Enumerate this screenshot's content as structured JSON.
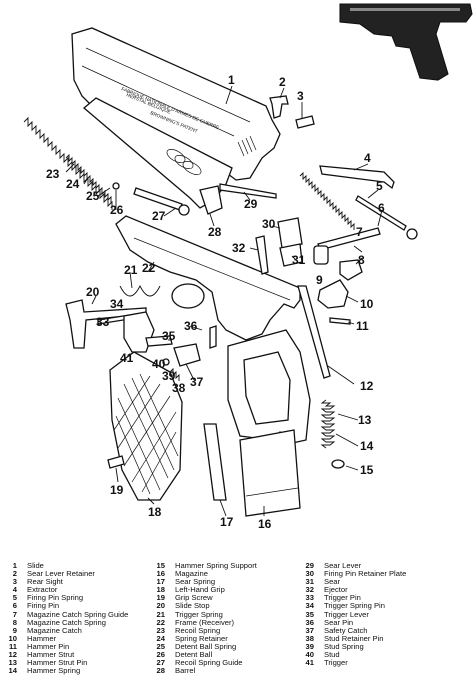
{
  "legend": [
    {
      "n": "1",
      "name": "Slide"
    },
    {
      "n": "2",
      "name": "Sear Lever Retainer"
    },
    {
      "n": "3",
      "name": "Rear Sight"
    },
    {
      "n": "4",
      "name": "Extractor"
    },
    {
      "n": "5",
      "name": "Firing Pin Spring"
    },
    {
      "n": "6",
      "name": "Firing Pin"
    },
    {
      "n": "7",
      "name": "Magazine Catch Spring Guide"
    },
    {
      "n": "8",
      "name": "Magazine Catch Spring"
    },
    {
      "n": "9",
      "name": "Magazine Catch"
    },
    {
      "n": "10",
      "name": "Hammer"
    },
    {
      "n": "11",
      "name": "Hammer Pin"
    },
    {
      "n": "12",
      "name": "Hammer Strut"
    },
    {
      "n": "13",
      "name": "Hammer Strut Pin"
    },
    {
      "n": "14",
      "name": "Hammer Spring"
    },
    {
      "n": "15",
      "name": "Hammer Spring Support"
    },
    {
      "n": "16",
      "name": "Magazine"
    },
    {
      "n": "17",
      "name": "Sear Spring"
    },
    {
      "n": "18",
      "name": "Left-Hand Grip"
    },
    {
      "n": "19",
      "name": "Grip Screw"
    },
    {
      "n": "20",
      "name": "Slide Stop"
    },
    {
      "n": "21",
      "name": "Trigger Spring"
    },
    {
      "n": "22",
      "name": "Frame (Receiver)"
    },
    {
      "n": "23",
      "name": "Recoil Spring"
    },
    {
      "n": "24",
      "name": "Spring Retainer"
    },
    {
      "n": "25",
      "name": "Detent Ball Spring"
    },
    {
      "n": "26",
      "name": "Detent Ball"
    },
    {
      "n": "27",
      "name": "Recoil Spring Guide"
    },
    {
      "n": "28",
      "name": "Barrel"
    },
    {
      "n": "29",
      "name": "Sear Lever"
    },
    {
      "n": "30",
      "name": "Firing Pin Retainer Plate"
    },
    {
      "n": "31",
      "name": "Sear"
    },
    {
      "n": "32",
      "name": "Ejector"
    },
    {
      "n": "33",
      "name": "Trigger Pin"
    },
    {
      "n": "34",
      "name": "Trigger Spring Pin"
    },
    {
      "n": "35",
      "name": "Trigger Lever"
    },
    {
      "n": "36",
      "name": "Sear Pin"
    },
    {
      "n": "37",
      "name": "Safety Catch"
    },
    {
      "n": "38",
      "name": "Stud Retainer Pin"
    },
    {
      "n": "39",
      "name": "Stud Spring"
    },
    {
      "n": "40",
      "name": "Stud"
    },
    {
      "n": "41",
      "name": "Trigger"
    }
  ],
  "slide_marking": [
    "FABRIQUE NATIONALE D'ARMES DE GUERRE",
    "HERSTAL BELGIQUE",
    "BROWNING'S PATENT"
  ]
}
